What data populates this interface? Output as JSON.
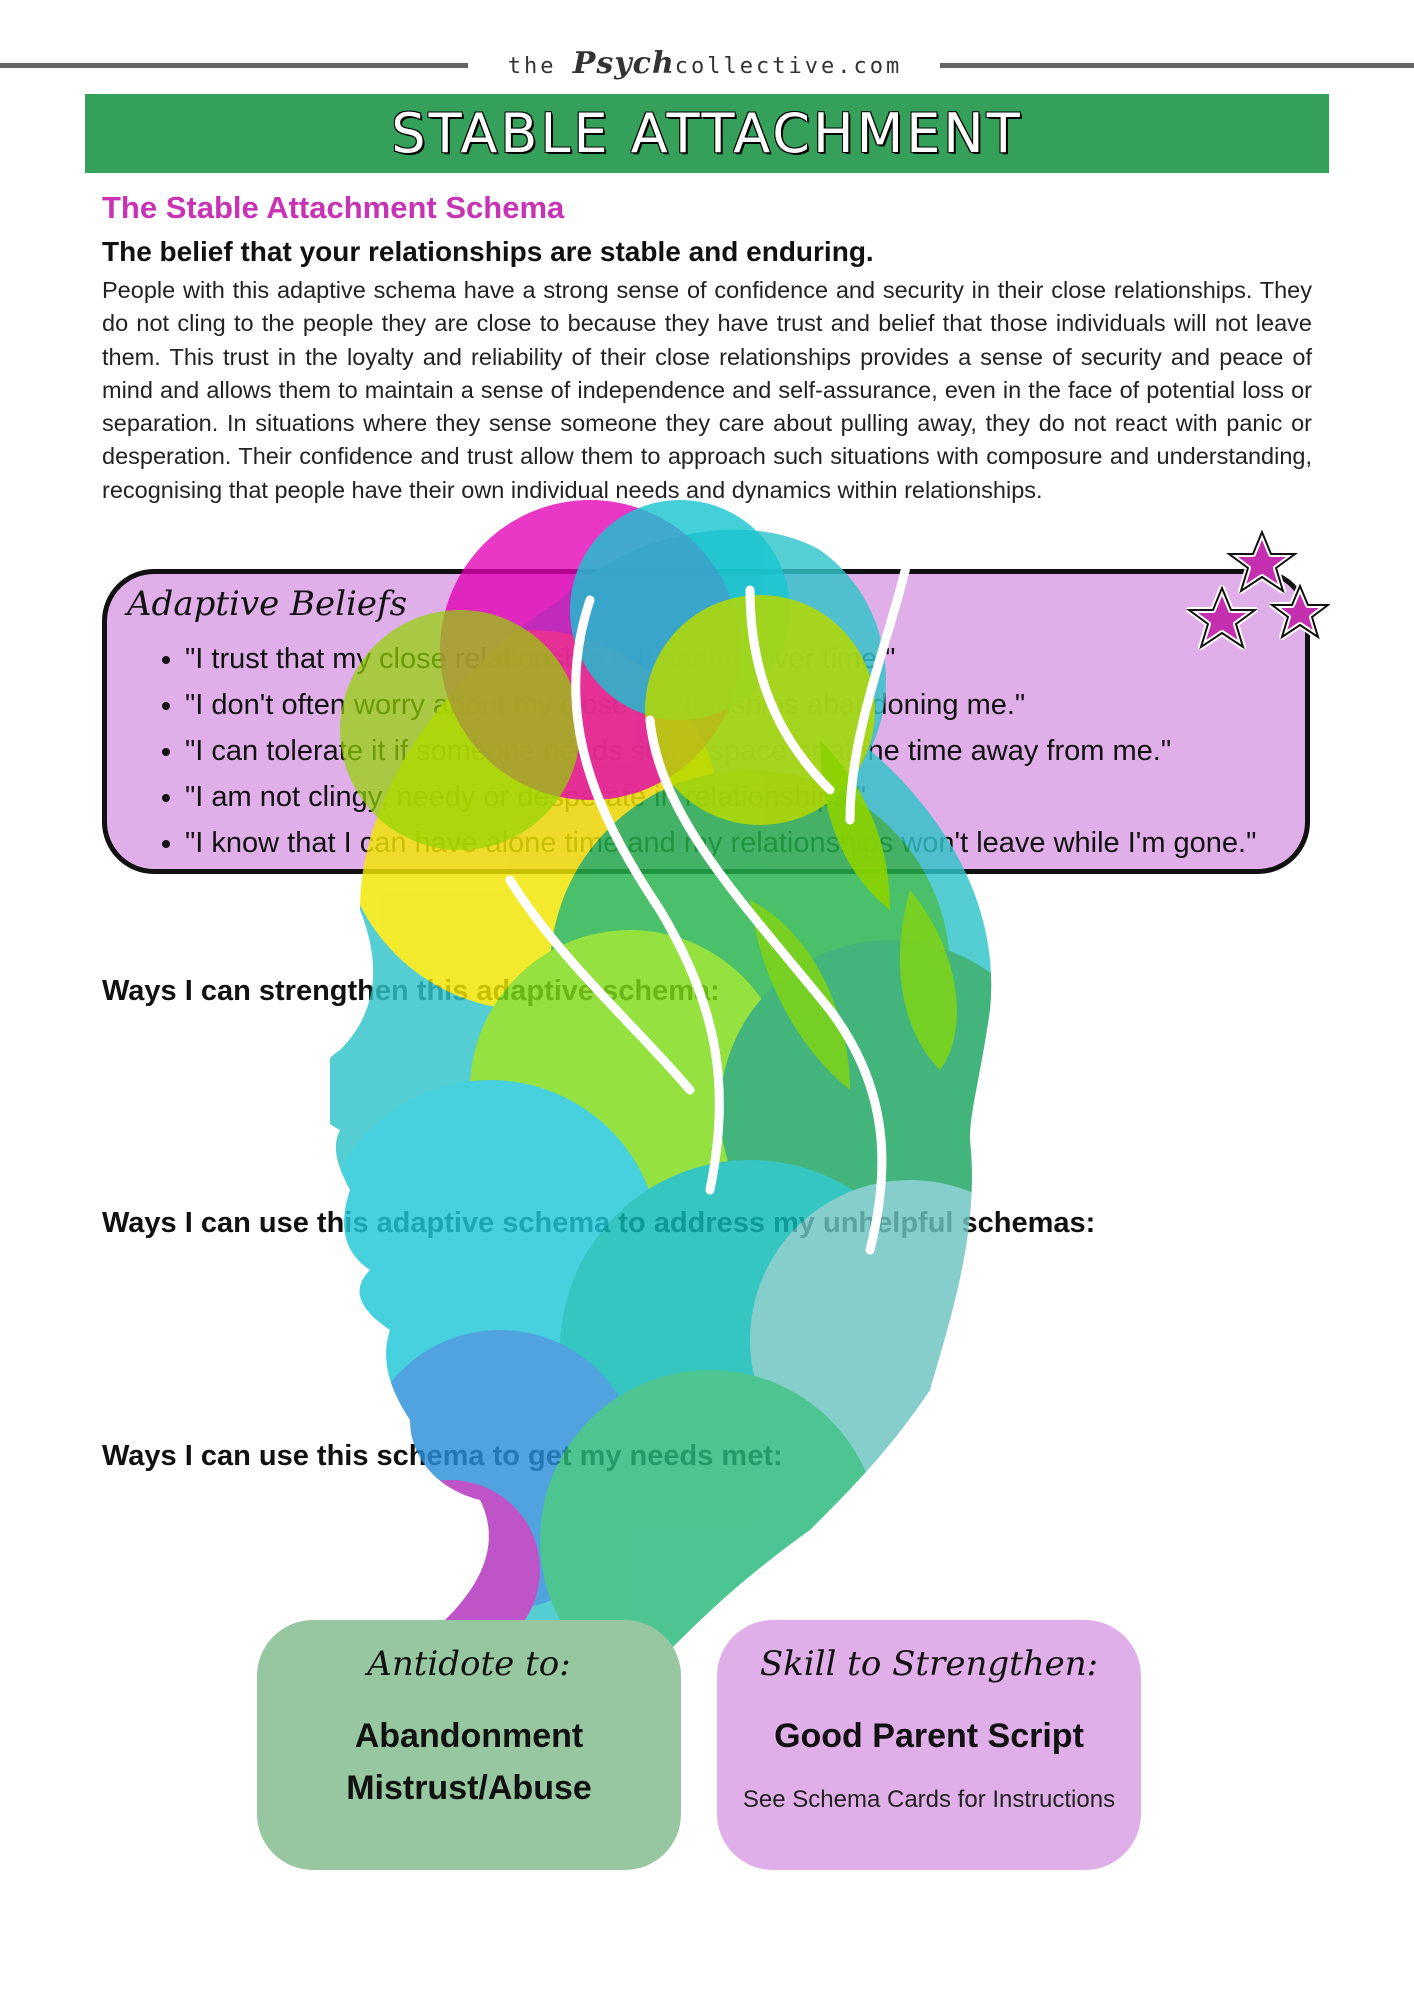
{
  "header": {
    "brand_prefix": "the",
    "brand_mid": "Psych",
    "brand_suffix": "collective.com",
    "title": "STABLE ATTACHMENT"
  },
  "intro": {
    "subheading": "The Stable Attachment Schema",
    "belief": "The belief that your relationships are stable and enduring.",
    "body": "People with this adaptive schema have a strong sense of confidence and security in their close relationships. They do not cling to the people they are close to because they have trust and belief that those individuals will not leave them. This trust in the loyalty and reliability of their close relationships provides a sense of security and peace of mind and allows them to maintain a sense of independence and self-assurance, even in the face of potential loss or separation. In situations where they sense someone they care about pulling away, they do not react with panic or desperation. Their confidence and trust allow them to approach such situations with composure and understanding, recognising that people have their own individual needs and dynamics within relationships."
  },
  "adaptive_beliefs": {
    "title": "Adaptive Beliefs",
    "items": [
      "\"I trust that my close relationship will endure over time.\"",
      "\"I don't often worry about my close relationships abandoning me.\"",
      "\"I can tolerate it if someone needs some space or alone time away from me.\"",
      "\"I am not clingy, needy or desperate in relationships.\"",
      "\"I know that I can have alone time and my relationships won't leave while I'm gone.\""
    ]
  },
  "prompts": {
    "strengthen": "Ways I can strengthen this adaptive schema:",
    "address": "Ways I can use this adaptive schema to address my unhelpful schemas:",
    "needs": "Ways I can use this schema to get my needs met:"
  },
  "cards": {
    "antidote": {
      "label": "Antidote to:",
      "line1": "Abandonment",
      "line2": "Mistrust/Abuse"
    },
    "skill": {
      "label": "Skill to Strengthen:",
      "value": "Good Parent Script",
      "note": "See Schema Cards for Instructions"
    }
  },
  "decor": {
    "head_icon": "colorful-head-silhouette",
    "stars_icon": "purple-stars",
    "colors": {
      "banner": "#35a05a",
      "subheading": "#c832b4",
      "beliefs_bg": "#e0aee8",
      "antidote_bg": "#97c7a0",
      "skill_bg": "#e0aee8"
    }
  }
}
